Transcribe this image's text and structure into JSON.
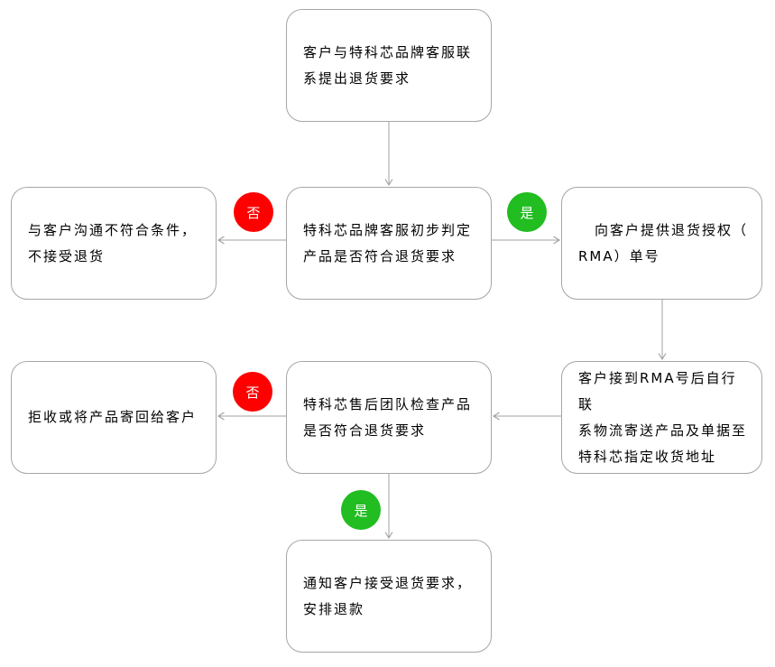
{
  "flowchart": {
    "nodes": {
      "start": "客户与特科芯品牌客服联\n系提出退货要求",
      "not_eligible": "与客户沟通不符合条件，\n不接受退货",
      "initial_judgement": "特科芯品牌客服初步判定\n产品是否符合退货要求",
      "provide_rma": "向客户提供退货授权（\nRMA）单号",
      "reject_or_return": "拒收或将产品寄回给客户",
      "team_inspection": "特科芯售后团队检查产品\n是否符合退货要求",
      "customer_ship": "客户接到RMA号后自行联\n系物流寄送产品及单据至\n特科芯指定收货地址",
      "refund": "通知客户接受退货要求，\n安排退款"
    },
    "decision_labels": {
      "yes": "是",
      "no": "否"
    },
    "colors": {
      "background": "#ffffff",
      "box_border": "#a6a6a6",
      "arrow": "#a0a0a0",
      "no_badge": "#ff0000",
      "yes_badge": "#21bd21",
      "badge_text": "#ffffff",
      "node_text": "#000000"
    }
  }
}
